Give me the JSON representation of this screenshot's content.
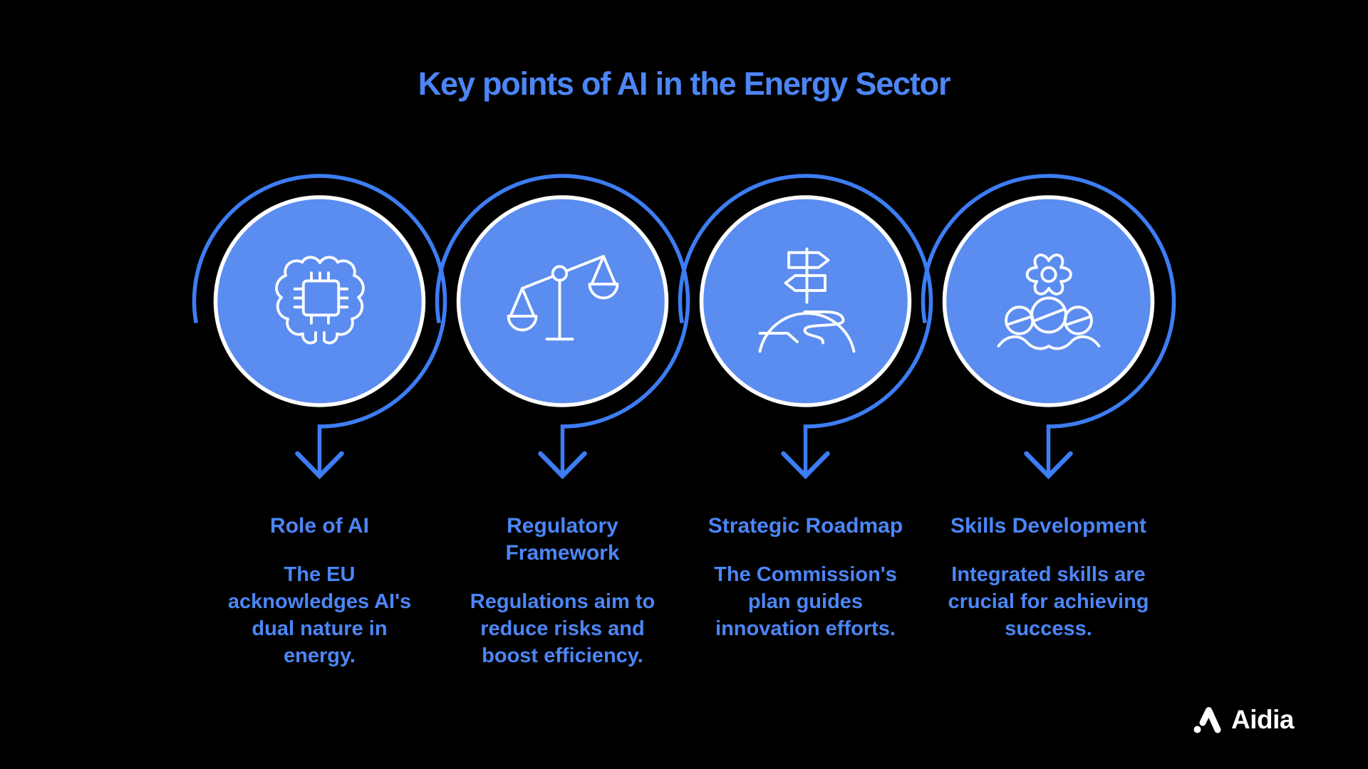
{
  "title": "Key points of AI in the Energy Sector",
  "items": [
    {
      "icon": "ai-brain-chip-icon",
      "heading": "Role of AI",
      "body": "The EU\nacknowledges AI's\ndual nature in\nenergy."
    },
    {
      "icon": "balance-scale-icon",
      "heading": "Regulatory\nFramework",
      "body": "Regulations aim to\nreduce risks and\nboost efficiency."
    },
    {
      "icon": "signpost-roadmap-icon",
      "heading": "Strategic Roadmap",
      "body": "The Commission's\nplan guides\ninnovation efforts."
    },
    {
      "icon": "gear-team-icon",
      "heading": "Skills Development",
      "body": "Integrated skills are\ncrucial for achieving\nsuccess."
    }
  ],
  "logo": {
    "brand": "Aidia"
  },
  "colors": {
    "background": "#000000",
    "circle_fill": "#5B8CEF",
    "circle_ring": "#FFFFFF",
    "arc_arrow_blue": "#3D7DF4",
    "text_blue": "#4C86F6",
    "icon_stroke": "#FFFFFF",
    "logo_white": "#FFFFFF"
  }
}
